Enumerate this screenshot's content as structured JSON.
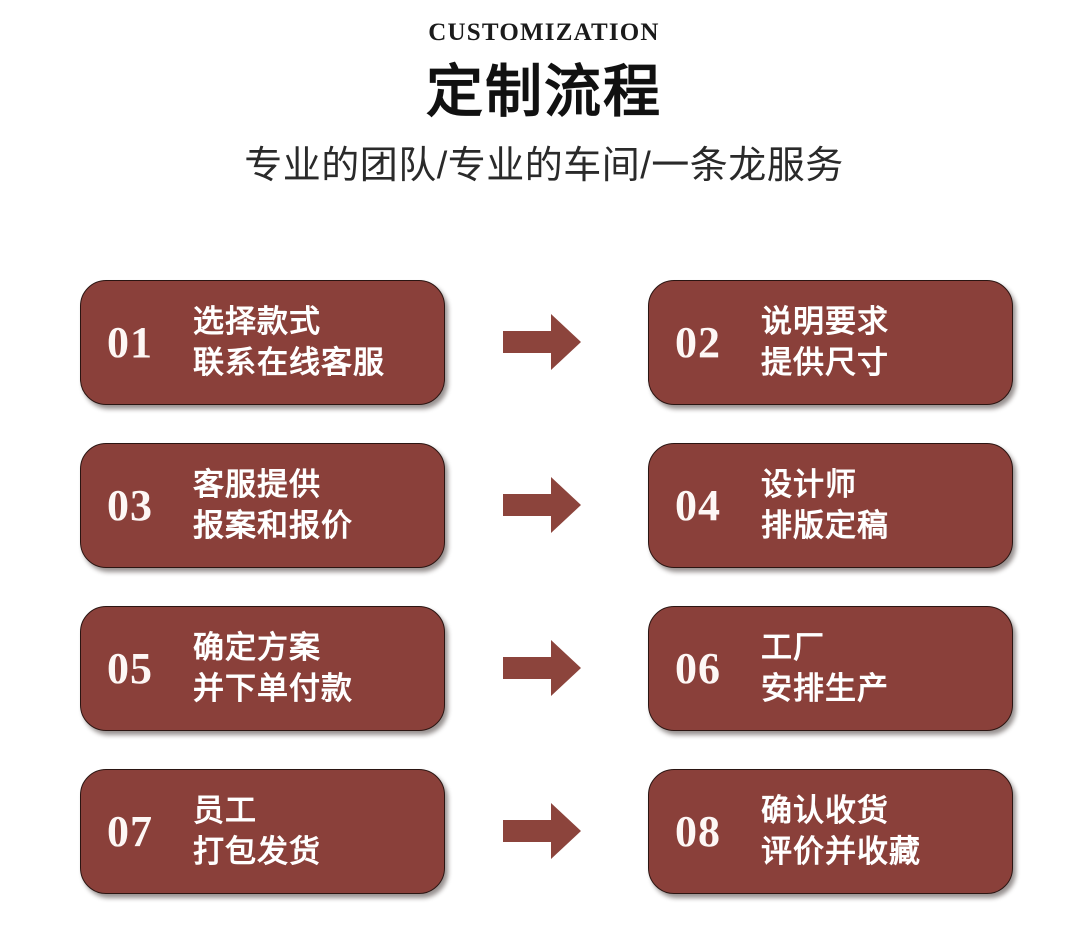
{
  "header": {
    "eyebrow": "CUSTOMIZATION",
    "title": "定制流程",
    "subtitle": "专业的团队/专业的车间/一条龙服务"
  },
  "theme": {
    "card_fill": "#8a403a",
    "card_border": "#2b1512",
    "arrow_fill": "#8c443c",
    "text_on_card": "#ffffff",
    "page_background": "#ffffff",
    "title_color": "#111111"
  },
  "flow": {
    "arrow_icon": "arrow-right-icon",
    "rows": [
      {
        "arrow": "→",
        "left": {
          "number": "01",
          "line1": "选择款式",
          "line2": "联系在线客服"
        },
        "right": {
          "number": "02",
          "line1": "说明要求",
          "line2": "提供尺寸"
        }
      },
      {
        "arrow": "→",
        "left": {
          "number": "03",
          "line1": "客服提供",
          "line2": "报案和报价"
        },
        "right": {
          "number": "04",
          "line1": "设计师",
          "line2": "排版定稿"
        }
      },
      {
        "arrow": "→",
        "left": {
          "number": "05",
          "line1": "确定方案",
          "line2": "并下单付款"
        },
        "right": {
          "number": "06",
          "line1": "工厂",
          "line2": "安排生产"
        }
      },
      {
        "arrow": "→",
        "left": {
          "number": "07",
          "line1": "员工",
          "line2": "打包发货"
        },
        "right": {
          "number": "08",
          "line1": "确认收货",
          "line2": "评价并收藏"
        }
      }
    ]
  }
}
